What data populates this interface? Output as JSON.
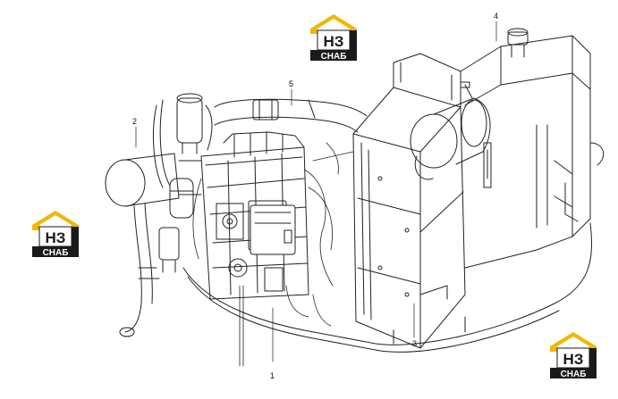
{
  "callouts": [
    "1",
    "2",
    "3",
    "4",
    "5"
  ],
  "logo": {
    "mark": "НЗ",
    "caption": "СНАБ",
    "colors": {
      "roof": "#f2b705",
      "dark": "#1a1a1a",
      "light": "#ffffff"
    }
  },
  "drawing": {
    "line_color": "#222222",
    "background": "#ffffff"
  }
}
